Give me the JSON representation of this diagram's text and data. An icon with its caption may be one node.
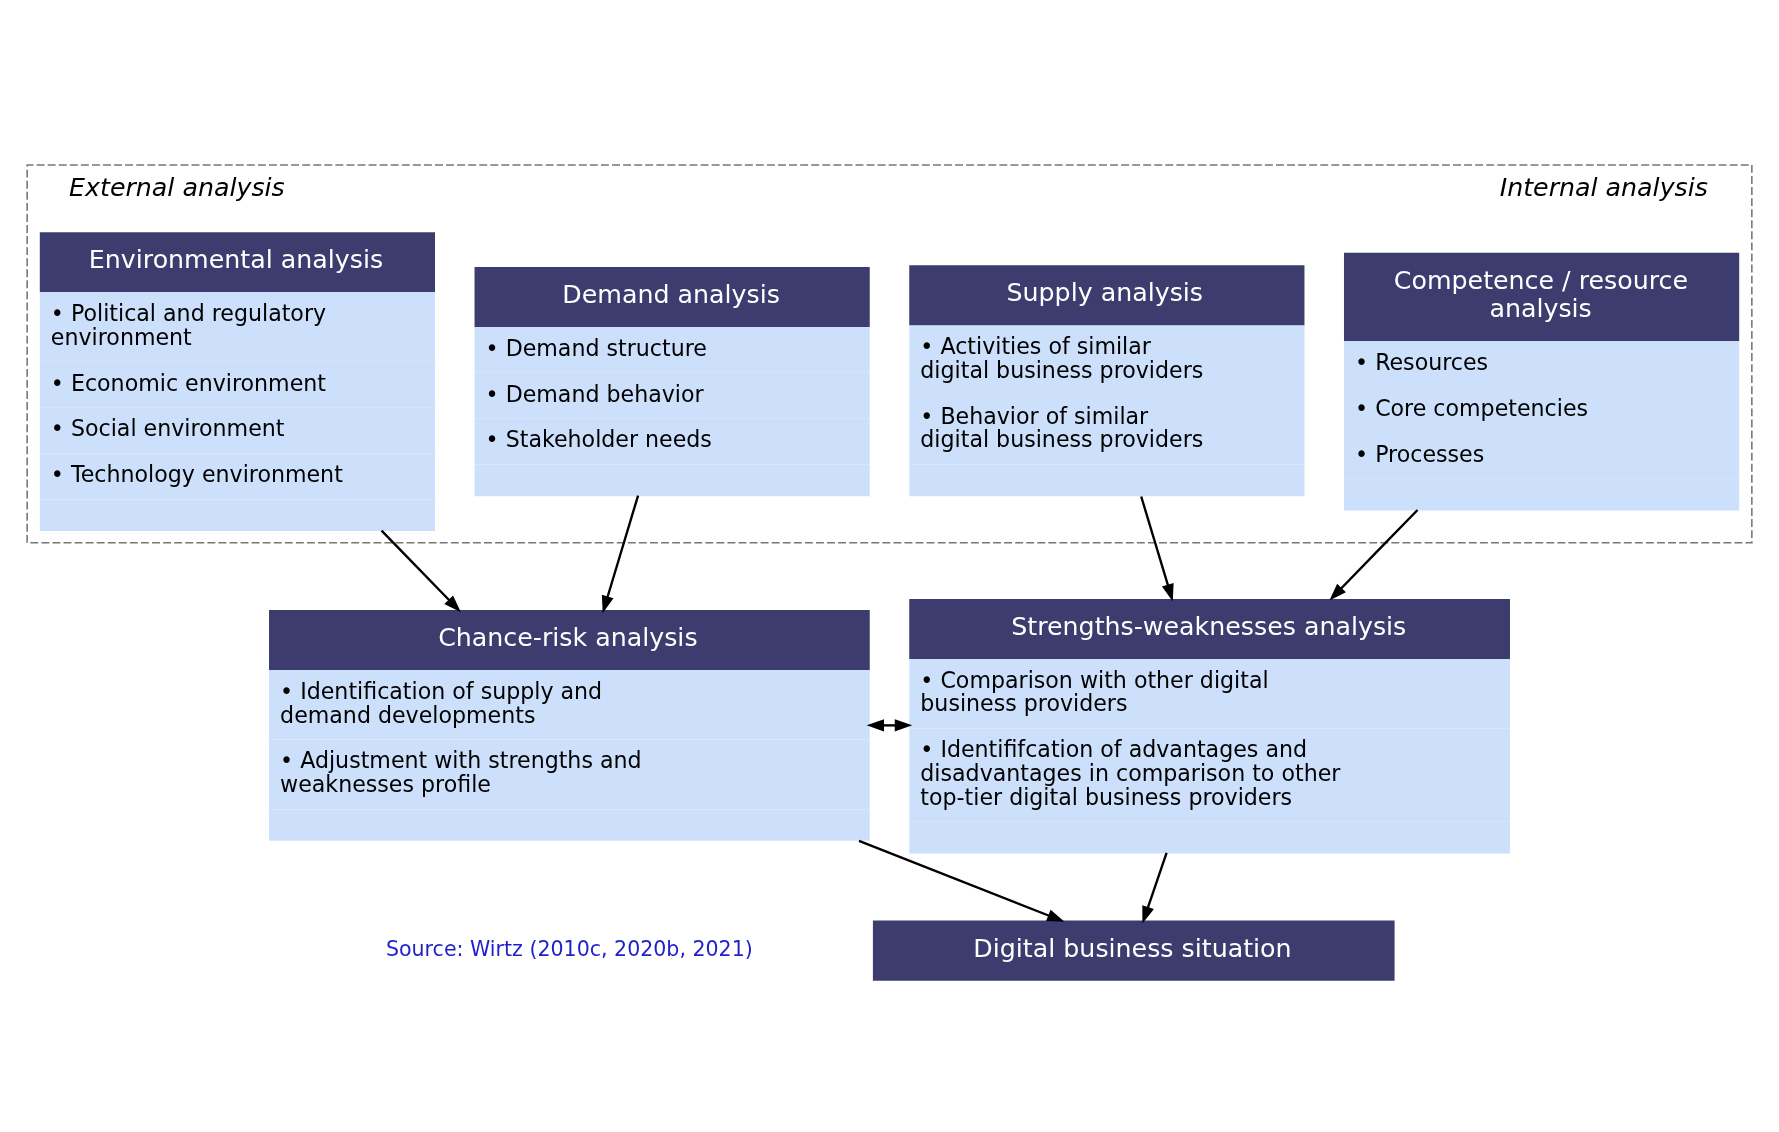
{
  "diagram": {
    "nodes": [
      {
        "text": [
          "External analysis",
          "Internal analysis"
        ]
      },
      {
        "text": [
          "Environmental analysis",
          "• Political and regulatory environment",
          "• Economic environment",
          "• Social environment",
          "• Technology environment"
        ],
        "in": 0
      },
      {
        "text": [
          "Demand analysis",
          "• Demand structure",
          "• Demand behavior",
          "• Stakeholder needs"
        ],
        "in": 0
      },
      {
        "text": [
          "Supply analysis",
          "• Activities of similar digital business providers",
          "• Behavior of similar digital business providers"
        ],
        "in": 0
      },
      {
        "text": [
          "Competence / resource analysis",
          "• Resources",
          "• Core competencies",
          "• Processes"
        ],
        "in": 0
      },
      {
        "text": [
          "Chance-risk analysis",
          "• Identification of supply and demand developments",
          "• Adjustment with strengths and weaknesses profile"
        ]
      },
      {
        "text": [
          "Strengths-weaknesses analysis",
          "• Comparison with other digital business providers",
          "• Identififcation of advantages and disadvantages in comparison to other top-tier digital business providers"
        ]
      },
      {
        "text": [
          "Digital business situation"
        ]
      }
    ],
    "edges": [
      {
        "from": 1,
        "to": 5,
        "arrow": "to"
      },
      {
        "from": 2,
        "to": 5,
        "arrow": "to"
      },
      {
        "from": 3,
        "to": 6,
        "arrow": "to"
      },
      {
        "from": 4,
        "to": 6,
        "arrow": "to"
      },
      {
        "from": 5,
        "to": 6,
        "arrow": "both"
      },
      {
        "from": 5,
        "to": 7,
        "arrow": "to"
      },
      {
        "from": 6,
        "to": 7,
        "arrow": "to"
      }
    ],
    "labels": [
      "Source: Wirtz (2010c, 2020b, 2021)"
    ]
  }
}
